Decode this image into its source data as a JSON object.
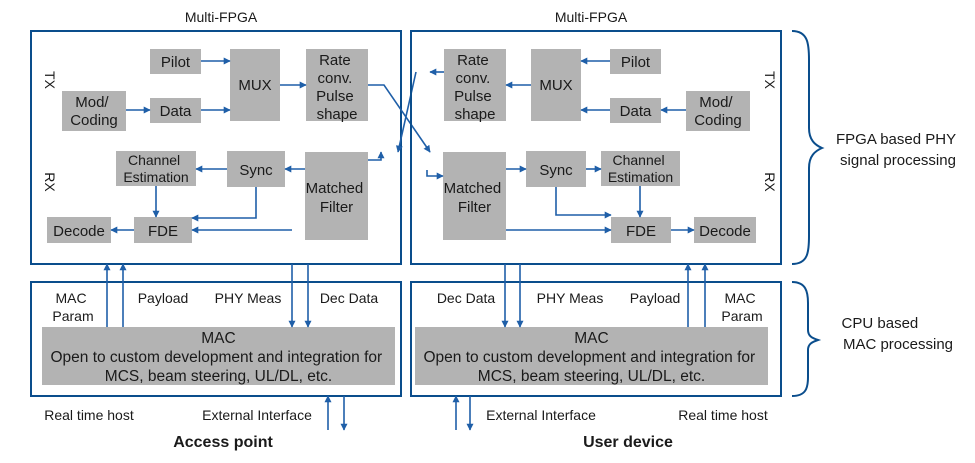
{
  "access_point": {
    "fpga_title": "Multi-FPGA",
    "tx_label": "TX",
    "rx_label": "RX",
    "pilot": "Pilot",
    "mux": "MUX",
    "rate_conv": [
      "Rate",
      "conv.",
      "Pulse",
      "shape"
    ],
    "mod_coding": [
      "Mod/",
      "Coding"
    ],
    "data": "Data",
    "channel_estimation": [
      "Channel",
      "Estimation"
    ],
    "sync": "Sync",
    "matched_filter": [
      "Matched",
      "Filter"
    ],
    "decode": "Decode",
    "fde": "FDE",
    "mac_param": [
      "MAC",
      "Param"
    ],
    "payload": "Payload",
    "phy_meas": "PHY Meas",
    "dec_data": "Dec Data",
    "mac_title": "MAC",
    "mac_desc": [
      "Open to custom development and integration for",
      "MCS, beam steering, UL/DL, etc."
    ],
    "host": "Real time host",
    "external": "External Interface",
    "name": "Access point"
  },
  "user_device": {
    "fpga_title": "Multi-FPGA",
    "tx_label": "TX",
    "rx_label": "RX",
    "pilot": "Pilot",
    "mux": "MUX",
    "rate_conv": [
      "Rate",
      "conv.",
      "Pulse",
      "shape"
    ],
    "mod_coding": [
      "Mod/",
      "Coding"
    ],
    "data": "Data",
    "channel_estimation": [
      "Channel",
      "Estimation"
    ],
    "sync": "Sync",
    "matched_filter": [
      "Matched",
      "Filter"
    ],
    "decode": "Decode",
    "fde": "FDE",
    "mac_param": [
      "MAC",
      "Param"
    ],
    "payload": "Payload",
    "phy_meas": "PHY Meas",
    "dec_data": "Dec Data",
    "mac_title": "MAC",
    "mac_desc": [
      "Open to custom development and integration for",
      "MCS, beam steering, UL/DL, etc."
    ],
    "host": "Real time host",
    "external": "External  Interface",
    "name": "User device"
  },
  "phy_caption": [
    "FPGA based PHY",
    "signal processing"
  ],
  "mac_caption": [
    "CPU based",
    "MAC processing"
  ],
  "colors": {
    "frame": "#0a4d8c",
    "wire": "#1f5fa8",
    "block": "#b3b3b3"
  }
}
